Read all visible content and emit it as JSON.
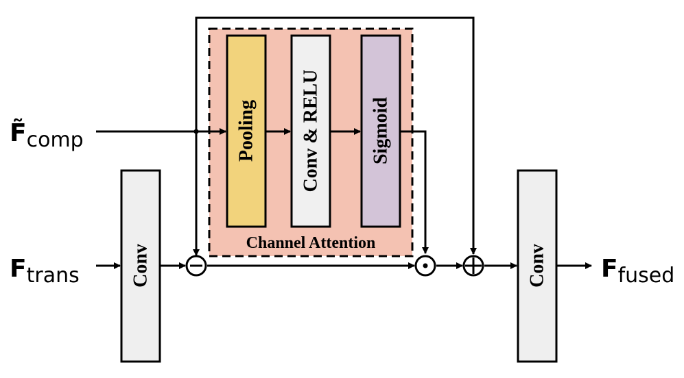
{
  "inputs": {
    "comp": {
      "symbol": "F̃",
      "subscript": "comp"
    },
    "trans": {
      "symbol": "F",
      "subscript": "trans"
    }
  },
  "output": {
    "symbol": "F",
    "subscript": "fused"
  },
  "blocks": {
    "conv_left": "Conv",
    "pooling": "Pooling",
    "conv_relu": "Conv & RELU",
    "sigmoid": "Sigmoid",
    "conv_right": "Conv"
  },
  "channel_attention_label": "Channel Attention",
  "colors": {
    "attention_bg": "#F4C2B2",
    "pooling_fill": "#F2D37C",
    "conv_relu_fill": "#F0F0F0",
    "sigmoid_fill": "#D3C4D8",
    "conv_fill": "#EFEFEF",
    "stroke": "#000000"
  }
}
